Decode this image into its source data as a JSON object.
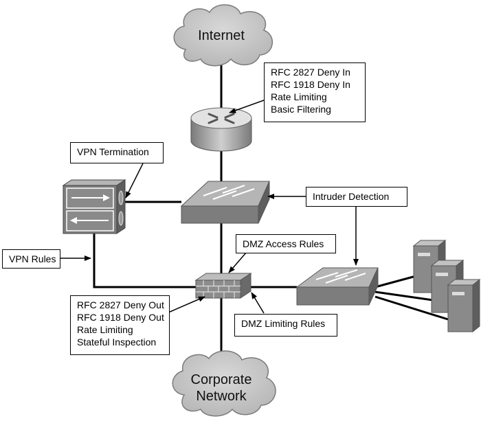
{
  "clouds": {
    "internet": "Internet",
    "corporate": {
      "line1": "Corporate",
      "line2": "Network"
    }
  },
  "callouts": {
    "router_rules": [
      "RFC 2827 Deny In",
      "RFC 1918 Deny In",
      "Rate Limiting",
      "Basic Filtering"
    ],
    "vpn_termination": "VPN Termination",
    "intruder_detection": "Intruder Detection",
    "dmz_access_rules": "DMZ Access Rules",
    "vpn_rules": "VPN Rules",
    "firewall_rules": [
      "RFC 2827 Deny Out",
      "RFC 1918 Deny Out",
      "Rate Limiting",
      "Stateful Inspection"
    ],
    "dmz_limiting_rules": "DMZ Limiting Rules"
  },
  "colors": {
    "cloud": "#c9c9c9",
    "device_face": "#9a9a9a",
    "device_side": "#6f6f6f",
    "device_dark": "#555555",
    "line": "#000000"
  }
}
